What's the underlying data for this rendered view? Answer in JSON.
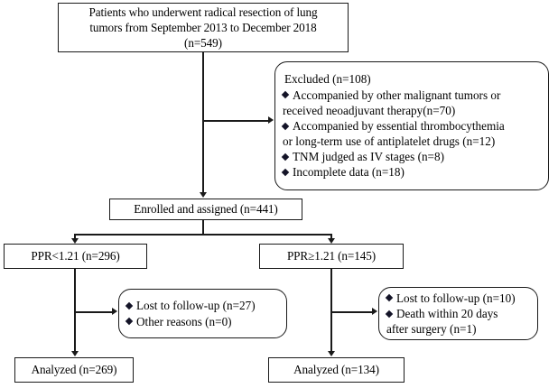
{
  "figure": {
    "type": "flowchart",
    "title": "Patient enrollment and analysis flow diagram"
  },
  "nodes": {
    "enrollment": {
      "lines": [
        "Patients who underwent radical resection of lung",
        "tumors from September 2013 to December 2018",
        "(n=549)"
      ]
    },
    "excluded": {
      "heading": "Excluded (n=108)",
      "items": [
        {
          "text": "Accompanied by other malignant tumors or",
          "continuation": "received neoadjuvant therapy(n=70)"
        },
        {
          "text": "Accompanied by essential thrombocythemia",
          "continuation": "or long-term use of antiplatelet drugs (n=12)"
        },
        {
          "text": "TNM judged as IV stages (n=8)",
          "continuation": ""
        },
        {
          "text": "Incomplete data (n=18)",
          "continuation": ""
        }
      ]
    },
    "enrolled": {
      "lines": [
        "Enrolled and assigned (n=441)"
      ]
    },
    "group_low": {
      "lines": [
        "PPR<1.21 (n=296)"
      ]
    },
    "group_high": {
      "lines": [
        "PPR≥1.21 (n=145)"
      ]
    },
    "dropout_low": {
      "items": [
        {
          "text": "Lost to follow-up (n=27)",
          "continuation": ""
        },
        {
          "text": "Other reasons (n=0)",
          "continuation": ""
        }
      ]
    },
    "dropout_high": {
      "items": [
        {
          "text": "Lost to follow-up (n=10)",
          "continuation": ""
        },
        {
          "text": "Death within 20 days",
          "continuation": "after surgery (n=1)"
        }
      ]
    },
    "analyzed_low": {
      "lines": [
        "Analyzed (n=269)"
      ]
    },
    "analyzed_high": {
      "lines": [
        "Analyzed (n=134)"
      ]
    }
  },
  "counts": {
    "screened": 549,
    "excluded_total": 108,
    "excluded_other_tumors_or_neoadjuvant": 70,
    "excluded_thrombocythemia_or_antiplatelet": 12,
    "excluded_tnm_iv": 8,
    "excluded_incomplete_data": 18,
    "enrolled": 441,
    "ppr_low": 296,
    "ppr_high": 145,
    "ppr_low_lost_followup": 27,
    "ppr_low_other_reasons": 0,
    "ppr_high_lost_followup": 10,
    "ppr_high_death_20d": 1,
    "analyzed_low": 269,
    "analyzed_high": 134
  },
  "colors": {
    "stroke": "#1a1a1a",
    "background": "#ffffff",
    "bullet": "#141428"
  }
}
